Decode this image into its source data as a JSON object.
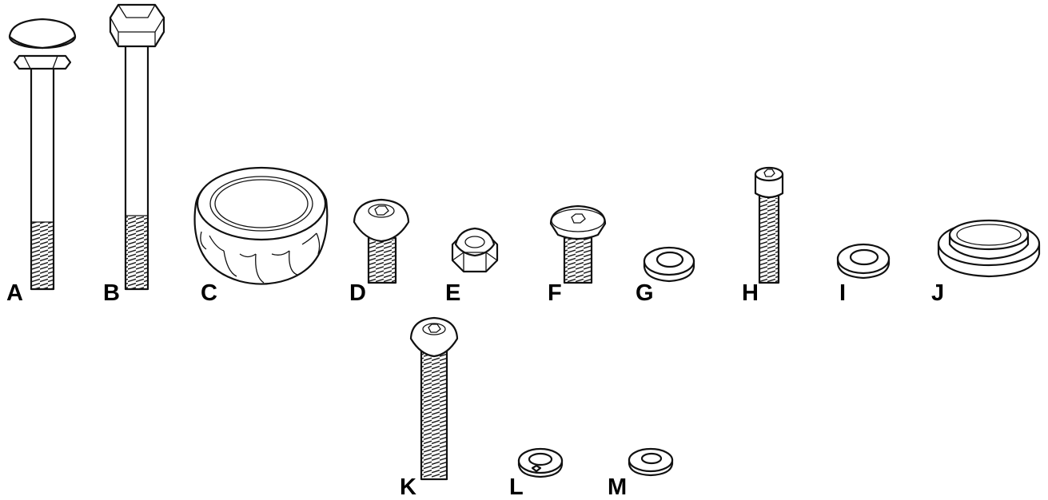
{
  "parts": [
    {
      "id": "A",
      "label": "A",
      "icon": "carriage-bolt-icon"
    },
    {
      "id": "B",
      "label": "B",
      "icon": "hex-bolt-icon"
    },
    {
      "id": "C",
      "label": "C",
      "icon": "star-knob-icon"
    },
    {
      "id": "D",
      "label": "D",
      "icon": "button-head-screw-short-icon"
    },
    {
      "id": "E",
      "label": "E",
      "icon": "nylon-lock-nut-icon"
    },
    {
      "id": "F",
      "label": "F",
      "icon": "flat-head-screw-icon"
    },
    {
      "id": "G",
      "label": "G",
      "icon": "flat-washer-large-icon"
    },
    {
      "id": "H",
      "label": "H",
      "icon": "socket-cap-screw-icon"
    },
    {
      "id": "I",
      "label": "I",
      "icon": "flat-washer-medium-icon"
    },
    {
      "id": "J",
      "label": "J",
      "icon": "flanged-bushing-icon"
    },
    {
      "id": "K",
      "label": "K",
      "icon": "button-head-screw-long-icon"
    },
    {
      "id": "L",
      "label": "L",
      "icon": "split-lock-washer-icon"
    },
    {
      "id": "M",
      "label": "M",
      "icon": "flat-washer-small-icon"
    }
  ]
}
